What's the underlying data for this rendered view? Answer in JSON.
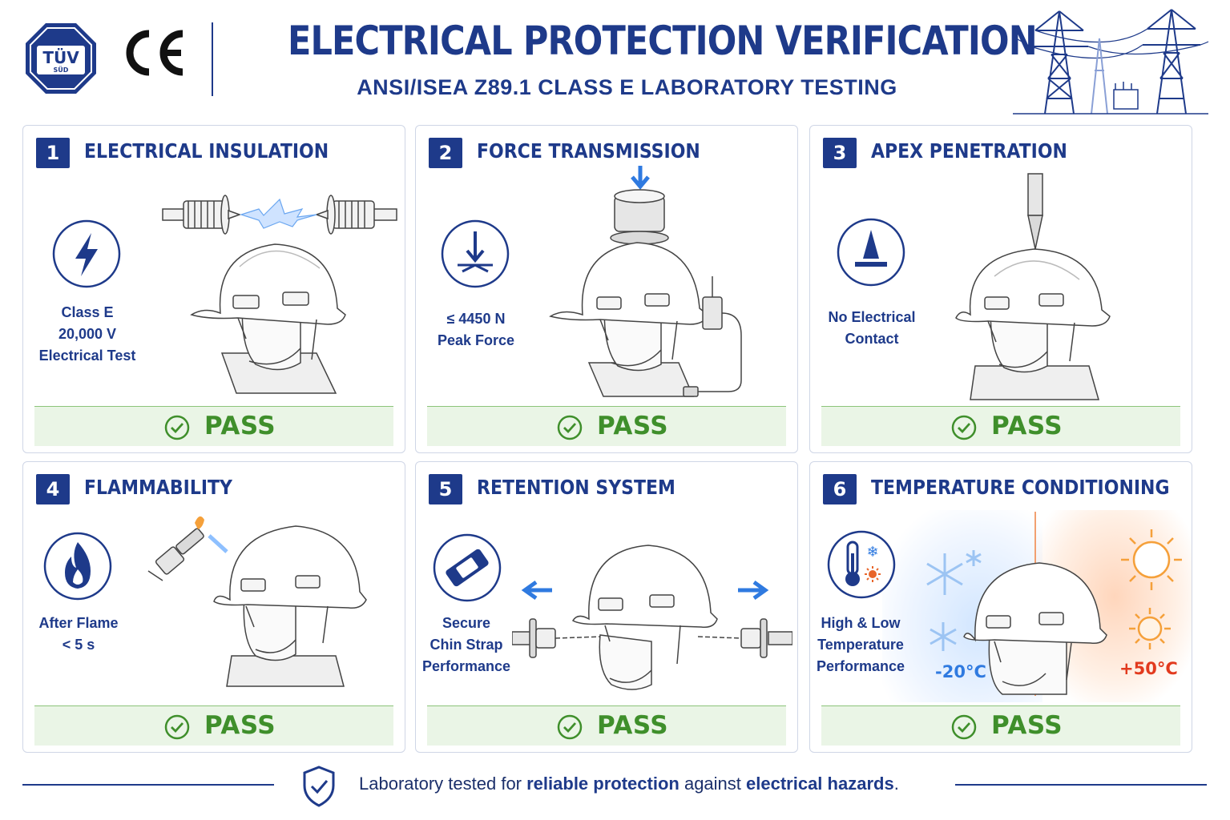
{
  "header": {
    "title": "ELECTRICAL PROTECTION VERIFICATION",
    "subtitle": "ANSI/ISEA Z89.1 CLASS E LABORATORY TESTING",
    "tuv_text": "TÜV",
    "tuv_sub": "SÜD",
    "ce_mark": "CE",
    "tower_icon": "power-transmission-towers"
  },
  "colors": {
    "primary": "#1e3a8a",
    "pass_green": "#3f8f2b",
    "pass_bg": "#eaf5e6",
    "cold": "#2f7ae0",
    "hot": "#e23a1e"
  },
  "tests": [
    {
      "number": "1",
      "title": "ELECTRICAL INSULATION",
      "icon": "lightning-bolt-icon",
      "desc": [
        "Class E",
        "20,000 V",
        "Electrical Test"
      ],
      "result": "PASS"
    },
    {
      "number": "2",
      "title": "FORCE TRANSMISSION",
      "icon": "downward-force-icon",
      "desc": [
        "≤ 4450 N",
        "Peak Force"
      ],
      "result": "PASS"
    },
    {
      "number": "3",
      "title": "APEX PENETRATION",
      "icon": "penetration-spike-icon",
      "desc": [
        "No Electrical",
        "Contact"
      ],
      "result": "PASS"
    },
    {
      "number": "4",
      "title": "FLAMMABILITY",
      "icon": "flame-icon",
      "desc": [
        "After Flame",
        "< 5 s"
      ],
      "result": "PASS"
    },
    {
      "number": "5",
      "title": "RETENTION SYSTEM",
      "icon": "chin-strap-buckle-icon",
      "desc": [
        "Secure",
        "Chin Strap",
        "Performance"
      ],
      "result": "PASS"
    },
    {
      "number": "6",
      "title": "TEMPERATURE CONDITIONING",
      "icon": "thermometer-icon",
      "desc": [
        "High & Low",
        "Temperature",
        "Performance"
      ],
      "result": "PASS",
      "cold_label": "-20°C",
      "hot_label": "+50°C"
    }
  ],
  "footer": {
    "part1": "Laboratory tested for ",
    "bold1": "reliable protection",
    "part2": " against ",
    "bold2": "electrical hazards",
    "part3": "."
  }
}
